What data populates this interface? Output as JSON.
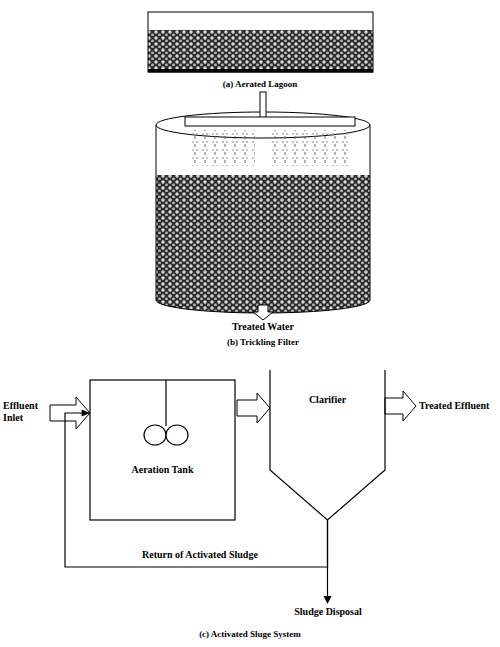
{
  "diagram": {
    "nodes": [
      {
        "text": [
          "Aeration Tank"
        ]
      },
      {
        "text": [
          "Clarifier"
        ]
      }
    ],
    "edges": [
      {
        "from": 0,
        "to": 1,
        "arrow": "to"
      },
      {
        "from": 1,
        "to": 0,
        "label": "Return of Activated Sludge",
        "arrow": "to"
      }
    ],
    "labels": [
      "(a) Aerated Lagoon",
      "Treated Water",
      "(b) Trickling Filter",
      "Effluent Inlet",
      "Treated Effluent",
      "Sludge Disposal",
      "(c) Activated Sluge System"
    ]
  }
}
